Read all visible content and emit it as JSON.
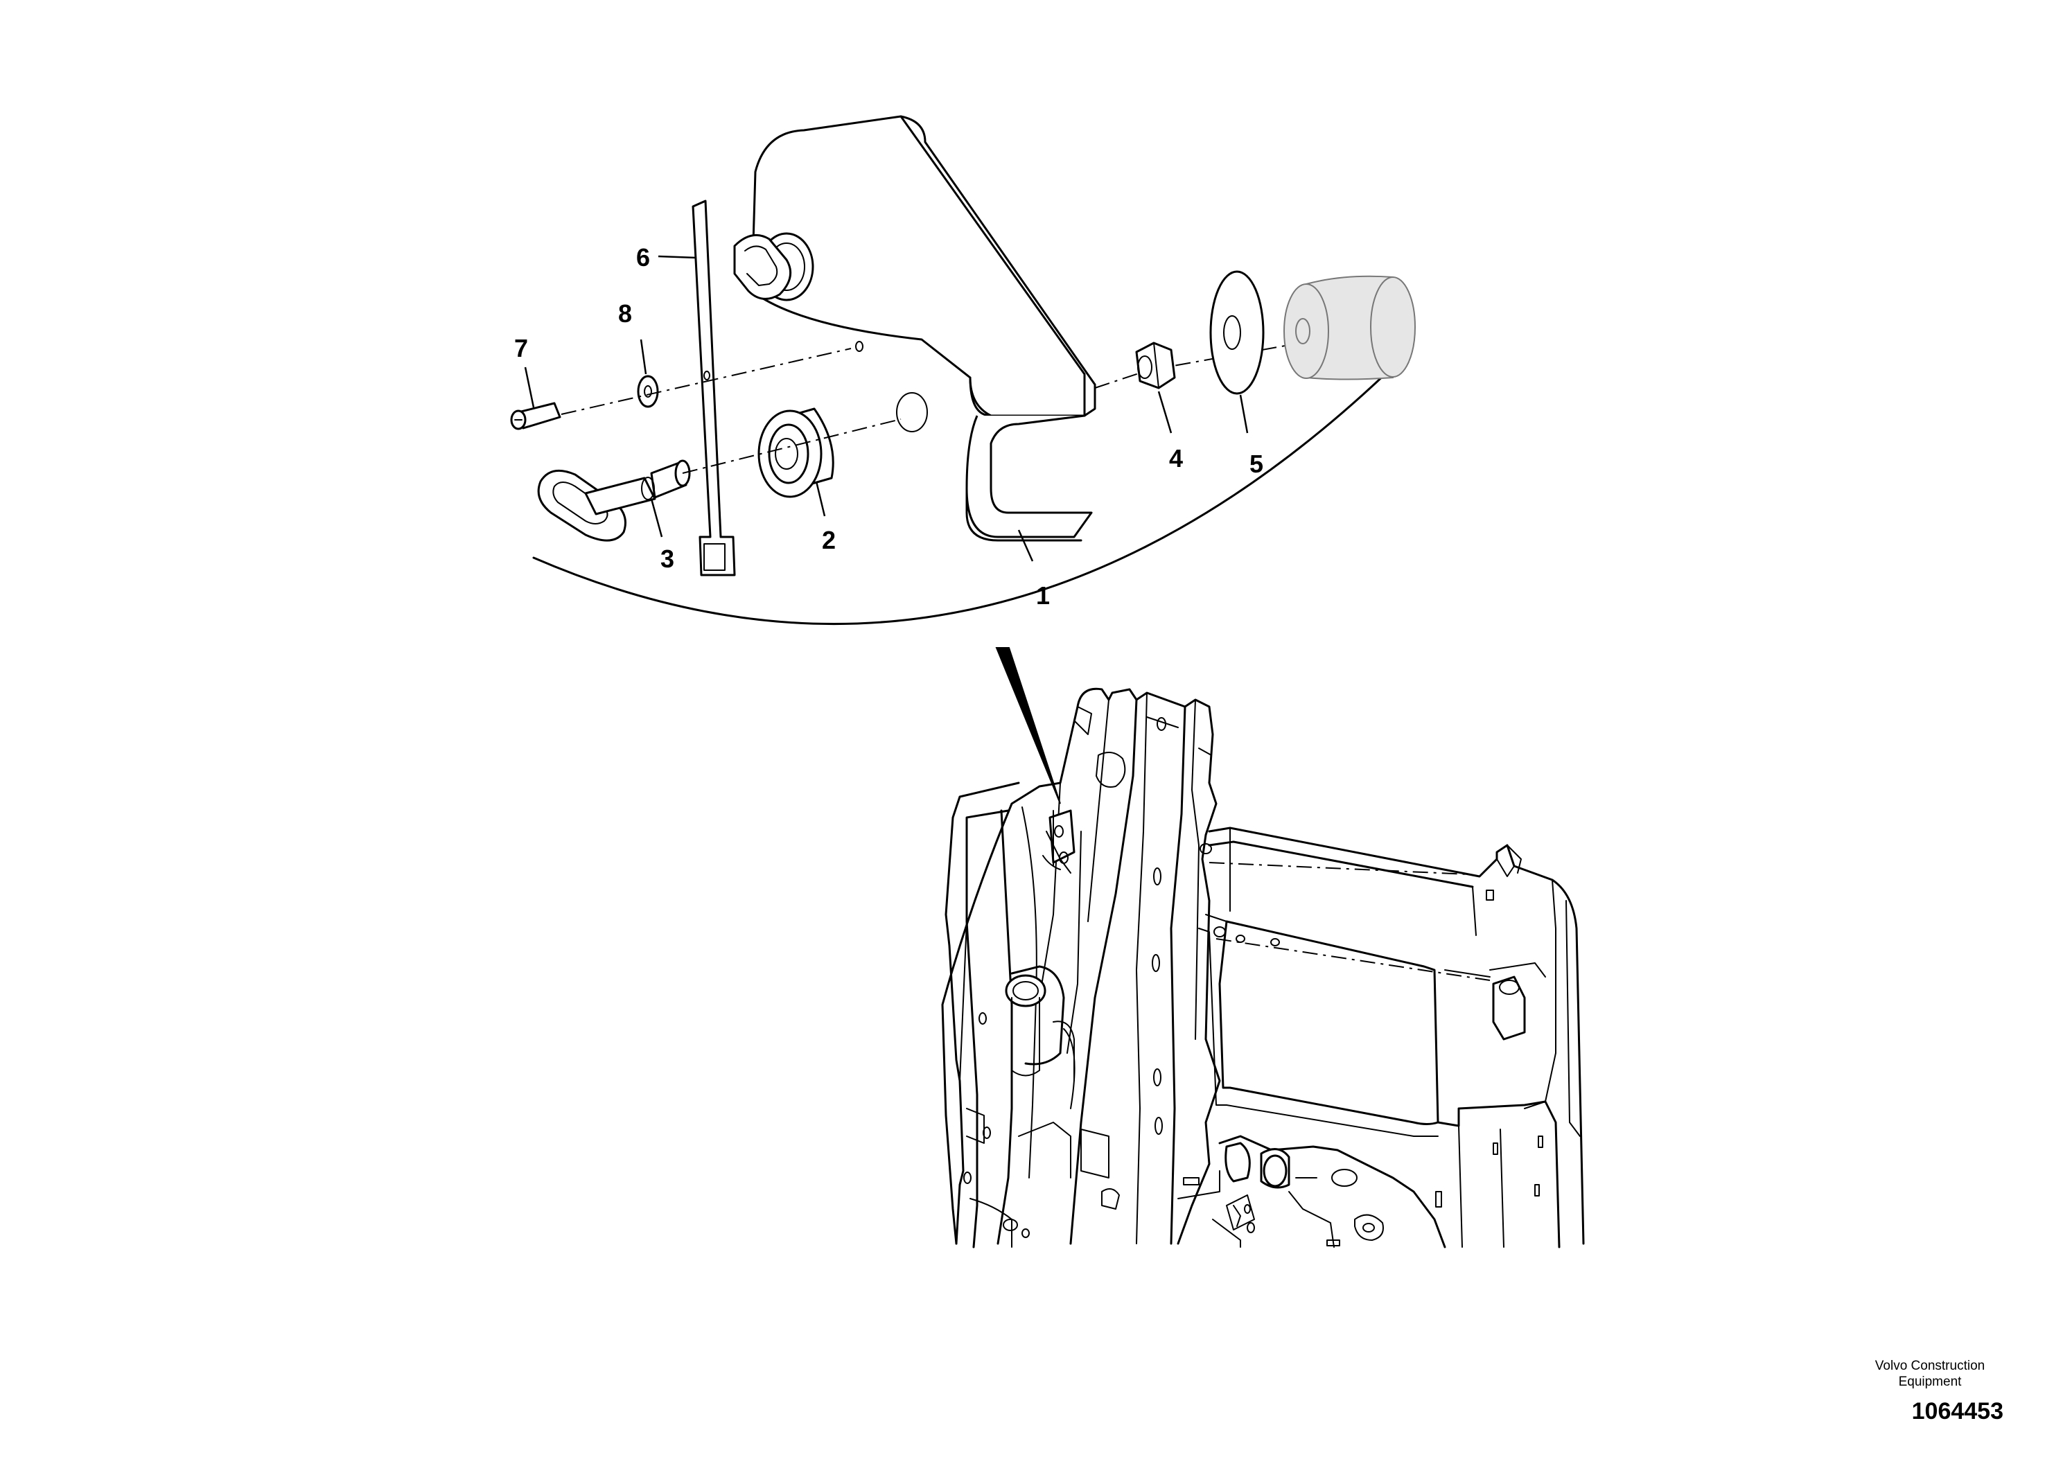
{
  "diagram": {
    "type": "exploded-parts-view",
    "callouts": [
      {
        "id": "1",
        "label": "1"
      },
      {
        "id": "2",
        "label": "2"
      },
      {
        "id": "3",
        "label": "3"
      },
      {
        "id": "4",
        "label": "4"
      },
      {
        "id": "5",
        "label": "5"
      },
      {
        "id": "6",
        "label": "6"
      },
      {
        "id": "7",
        "label": "7"
      },
      {
        "id": "8",
        "label": "8"
      }
    ]
  },
  "footer": {
    "brand_line_1": "Volvo Construction",
    "brand_line_2": "Equipment",
    "drawing_number": "1064453"
  }
}
